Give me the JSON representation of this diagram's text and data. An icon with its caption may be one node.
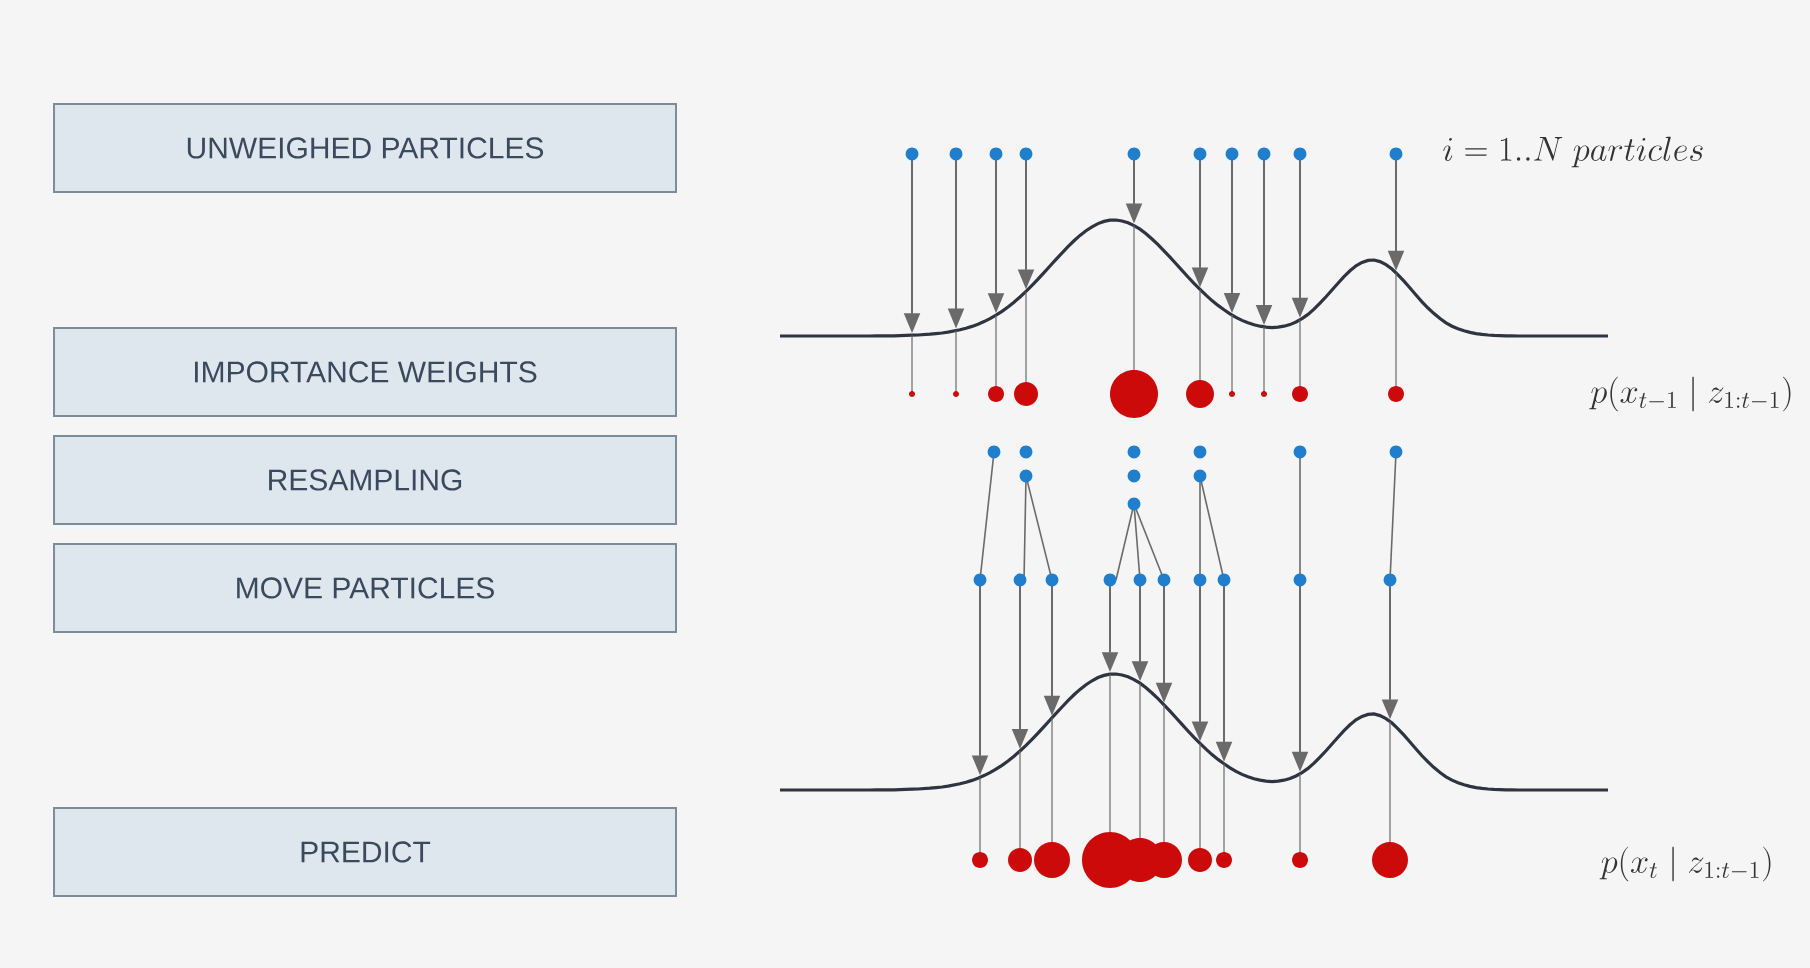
{
  "diagram": {
    "nodes": [
      {
        "text": [
          "UNWEIGHED PARTICLES"
        ]
      },
      {
        "text": [
          "IMPORTANCE WEIGHTS"
        ]
      },
      {
        "text": [
          "RESAMPLING"
        ]
      },
      {
        "text": [
          "MOVE PARTICLES"
        ]
      },
      {
        "text": [
          "PREDICT"
        ]
      }
    ],
    "labels": [
      "i = 1..N\\ particles",
      "p(x_{t-1} \\mid z_{1:t-1})",
      "p(x_t \\mid z_{1:t-1})"
    ]
  }
}
